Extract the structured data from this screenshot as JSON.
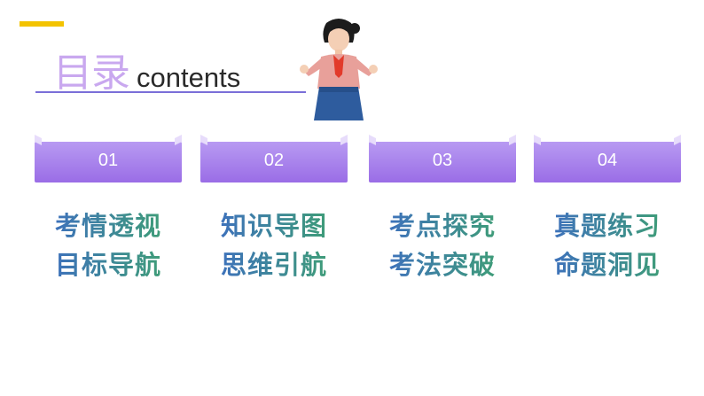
{
  "title": {
    "cn": "目录",
    "en": "contents"
  },
  "colors": {
    "accent": "#f3c300",
    "tab_top": "#b18cf0",
    "tab_bottom": "#9a6de6",
    "text_blue": "#3d69c8",
    "text_green": "#3fa56b"
  },
  "sections": [
    {
      "number": "01",
      "line1": "考情透视",
      "line2": "目标导航"
    },
    {
      "number": "02",
      "line1": "知识导图",
      "line2": "思维引航"
    },
    {
      "number": "03",
      "line1": "考点探究",
      "line2": "考法突破"
    },
    {
      "number": "04",
      "line1": "真题练习",
      "line2": "命题洞见"
    }
  ]
}
